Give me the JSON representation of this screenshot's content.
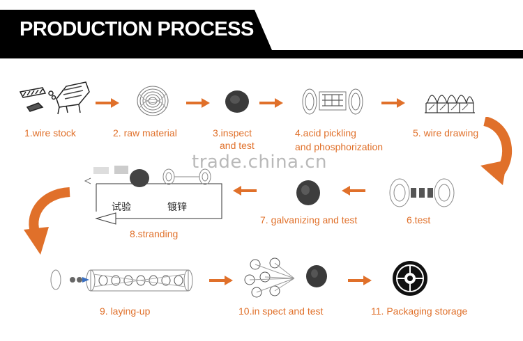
{
  "header": {
    "title": "PRODUCTION PROCESS"
  },
  "steps": [
    {
      "label": "1.wire stock"
    },
    {
      "label": "2. raw material"
    },
    {
      "label_line1": "3.inspect",
      "label_line2": "and test"
    },
    {
      "label_line1": "4.acid pickling",
      "label_line2": "and phosphorization"
    },
    {
      "label": "5. wire drawing"
    },
    {
      "label": "6.test"
    },
    {
      "label": "7. galvanizing and test"
    },
    {
      "label": "8.stranding",
      "sub_labels": [
        "试验",
        "镀锌"
      ]
    },
    {
      "label": "9. laying-up"
    },
    {
      "label": "10.in spect and test"
    },
    {
      "label": "11. Packaging storage"
    }
  ],
  "watermark": "trade.china.cn",
  "colors": {
    "accent": "#e0702a",
    "header_bg": "#000000",
    "header_text": "#ffffff"
  }
}
